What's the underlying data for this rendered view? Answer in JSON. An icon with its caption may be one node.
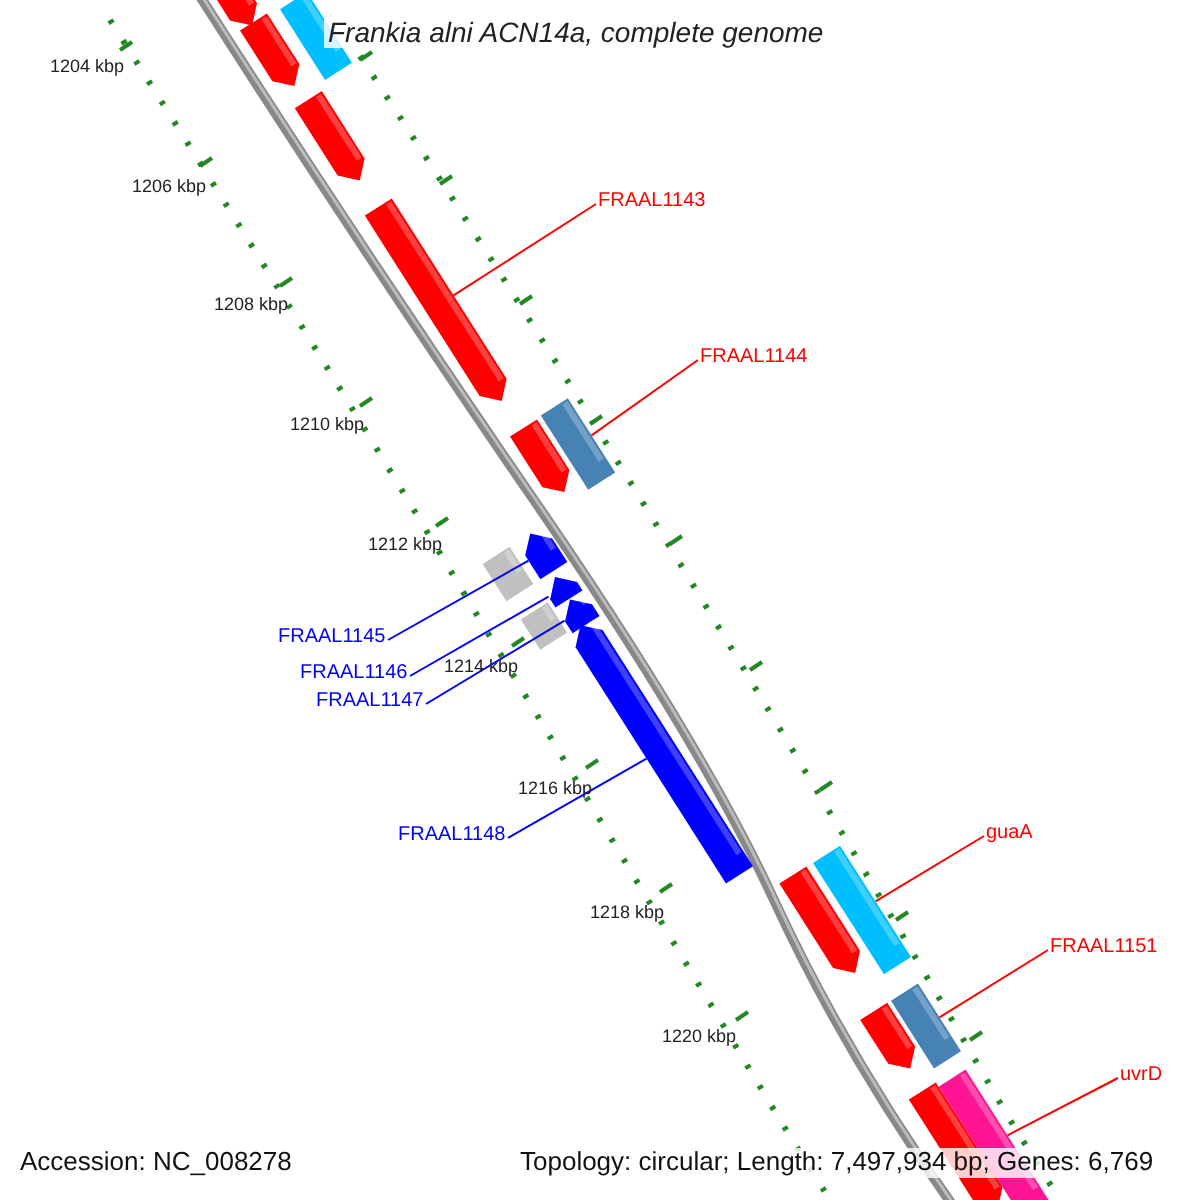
{
  "diagram": {
    "title": "Frankia alni ACN14a, complete genome",
    "nodes": [
      {
        "text": [
          "FRAAL1143"
        ]
      },
      {
        "text": [],
        "shape": "arrow"
      },
      {
        "text": [
          "FRAAL1144"
        ]
      },
      {
        "text": [],
        "shape": "bar"
      },
      {
        "text": [
          "FRAAL1145"
        ]
      },
      {
        "text": [],
        "shape": "arrow"
      },
      {
        "text": [
          "FRAAL1146"
        ]
      },
      {
        "text": [],
        "shape": "arrow"
      },
      {
        "text": [
          "FRAAL1147"
        ]
      },
      {
        "text": [],
        "shape": "arrow"
      },
      {
        "text": [
          "FRAAL1148"
        ]
      },
      {
        "text": [],
        "shape": "arrow"
      },
      {
        "text": [
          "guaA"
        ]
      },
      {
        "text": [],
        "shape": "bar"
      },
      {
        "text": [
          "FRAAL1151"
        ]
      },
      {
        "text": [],
        "shape": "bar"
      },
      {
        "text": [
          "uvrD"
        ]
      },
      {
        "text": [],
        "shape": "bar"
      }
    ],
    "edges": [
      {
        "from": 0,
        "to": 1,
        "arrow": "none"
      },
      {
        "from": 2,
        "to": 3,
        "arrow": "none"
      },
      {
        "from": 4,
        "to": 5,
        "arrow": "none",
        "color": "#0000ff"
      },
      {
        "from": 6,
        "to": 7,
        "arrow": "none",
        "color": "#0000ff"
      },
      {
        "from": 8,
        "to": 9,
        "arrow": "none",
        "color": "#0000ff"
      },
      {
        "from": 10,
        "to": 11,
        "arrow": "none",
        "color": "#0000ff"
      },
      {
        "from": 12,
        "to": 13,
        "arrow": "none"
      },
      {
        "from": 14,
        "to": 15,
        "arrow": "none"
      },
      {
        "from": 16,
        "to": 17,
        "arrow": "none"
      }
    ],
    "labels": [
      "1204 kbp",
      "1206 kbp",
      "1208 kbp",
      "1210 kbp",
      "1212 kbp",
      "1214 kbp",
      "1216 kbp",
      "1218 kbp",
      "1220 kbp",
      "Accession: NC_008278",
      "Topology: circular; Length: 7,497,934 bp; Genes: 6,769"
    ]
  }
}
